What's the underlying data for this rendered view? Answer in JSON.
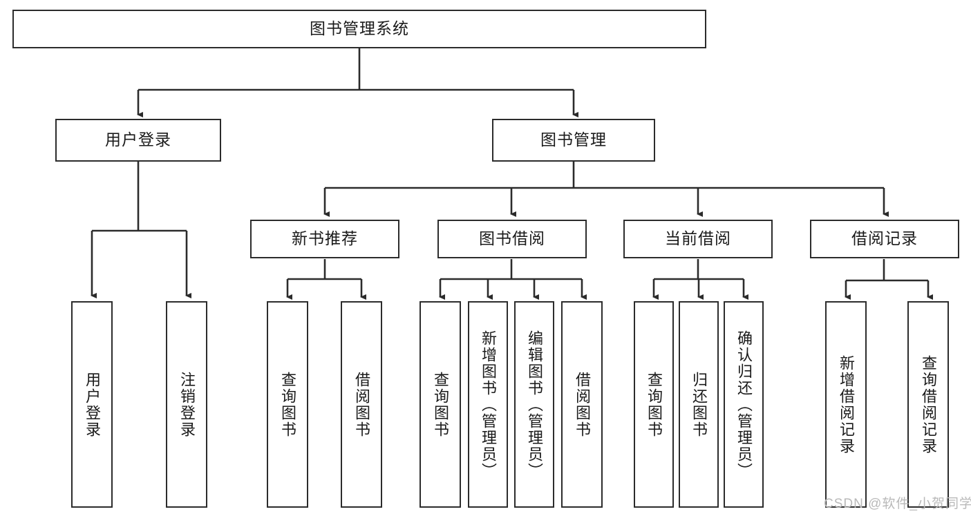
{
  "diagram": {
    "title": "图书管理系统",
    "type": "tree-hierarchy",
    "colors": {
      "stroke": "#2b2b2b",
      "fill": "#ffffff",
      "text": "#1a1a1a",
      "watermark": "#b9b9b9"
    },
    "watermark": "CSDN @软件_小贺同学",
    "root": {
      "label": "图书管理系统"
    },
    "level2": [
      {
        "label": "用户登录"
      },
      {
        "label": "图书管理"
      }
    ],
    "level3": [
      {
        "label": "新书推荐"
      },
      {
        "label": "图书借阅"
      },
      {
        "label": "当前借阅"
      },
      {
        "label": "借阅记录"
      }
    ],
    "leaves": {
      "user_login": [
        {
          "label": "用户登录"
        },
        {
          "label": "注销登录"
        }
      ],
      "new_book_recommend": [
        {
          "label": "查询图书"
        },
        {
          "label": "借阅图书"
        }
      ],
      "book_borrow": [
        {
          "label": "查询图书"
        },
        {
          "label": "新增图书（管理员）"
        },
        {
          "label": "编辑图书（管理员）"
        },
        {
          "label": "借阅图书"
        }
      ],
      "current_borrow": [
        {
          "label": "查询图书"
        },
        {
          "label": "归还图书"
        },
        {
          "label": "确认归还（管理员）"
        }
      ],
      "borrow_record": [
        {
          "label": "新增借阅记录"
        },
        {
          "label": "查询借阅记录"
        }
      ]
    }
  }
}
